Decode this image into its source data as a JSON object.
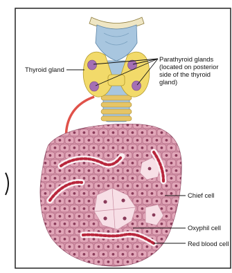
{
  "labels": {
    "thyroid_gland": "Thyroid gland",
    "parathyroid_glands": [
      "Parathyroid glands",
      "(located on posterior",
      "side of the thyroid",
      "gland)"
    ],
    "chief_cell": "Chief cell",
    "oxyphil_cell": "Oxyphil cell",
    "red_blood_cell": "Red blood cell"
  },
  "colors": {
    "border": "#222222",
    "trachea_blue": "#a8c6df",
    "cartilage_gold": "#e6c566",
    "thyroid_yellow": "#f2da6a",
    "parathyroid_purple": "#a46fb4",
    "arrow_red": "#e0524a",
    "tissue_pink": "#d18fa5",
    "nucleus": "#8a3b5a",
    "oxyphil_light": "#f7dfe6",
    "rbc_red": "#b8263c"
  }
}
